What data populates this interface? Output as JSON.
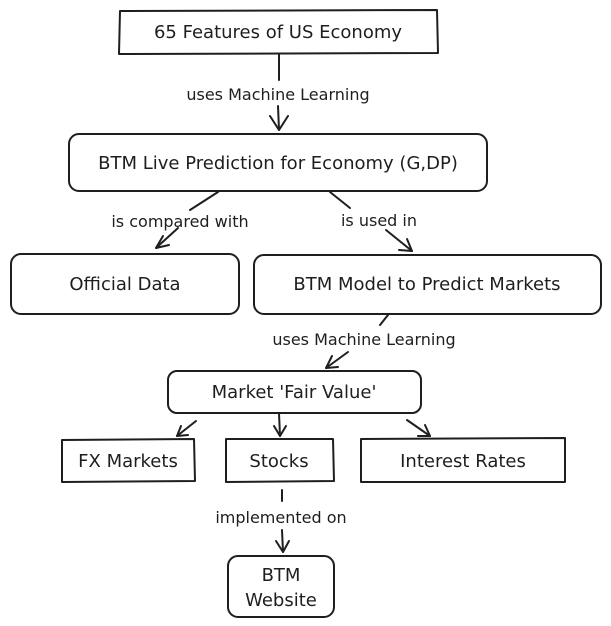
{
  "nodes": {
    "features": "65 Features of US Economy",
    "live_prediction": "BTM Live Prediction for Economy (G,DP)",
    "official_data": "Official Data",
    "model": "BTM Model to Predict Markets",
    "fair_value": "Market 'Fair Value'",
    "fx": "FX Markets",
    "stocks": "Stocks",
    "rates": "Interest Rates",
    "website_line1": "BTM",
    "website_line2": "Website"
  },
  "edges": {
    "features_to_live": "uses Machine Learning",
    "live_to_official": "is compared with",
    "live_to_model": "is used in",
    "model_to_fair": "uses Machine Learning",
    "stocks_to_website": "implemented on"
  }
}
